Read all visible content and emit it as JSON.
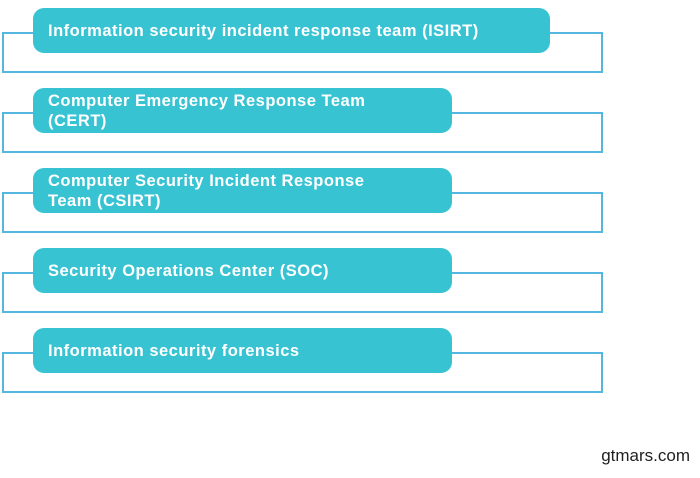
{
  "diagram": {
    "boxes": [
      {
        "lines": [
          "Information security incident response team (ISIRT)"
        ]
      },
      {
        "lines": [
          "Computer Emergency Response Team",
          "(CERT)"
        ]
      },
      {
        "lines": [
          "Computer Security Incident Response",
          "Team (CSIRT)"
        ]
      },
      {
        "lines": [
          "Security Operations Center (SOC)"
        ]
      },
      {
        "lines": [
          "Information security forensics"
        ]
      }
    ]
  },
  "footer": {
    "watermark": "gtmars.com"
  },
  "colors": {
    "box_fill": "#38c3d3",
    "box_text": "#ffffff",
    "outline_border": "#55b7e0",
    "watermark_text": "#1f1f1f",
    "background": "#ffffff"
  }
}
